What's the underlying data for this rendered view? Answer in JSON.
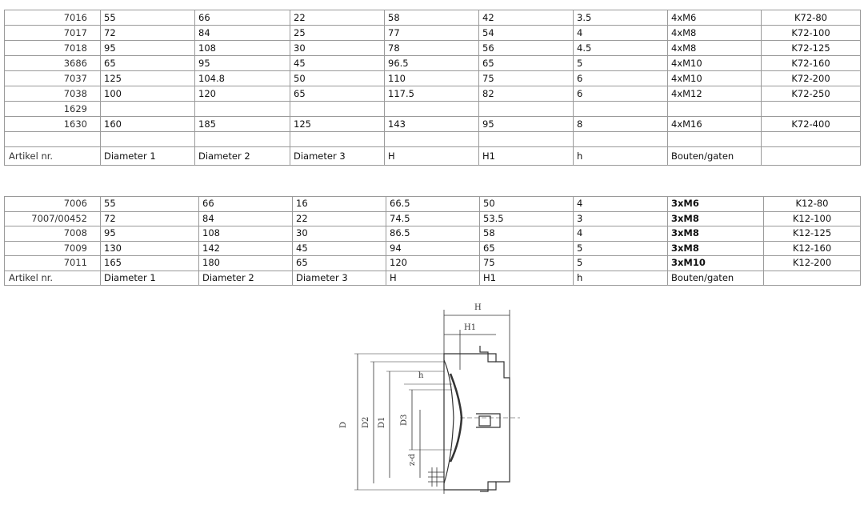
{
  "table1": {
    "rows": [
      [
        "7016",
        "55",
        "66",
        "22",
        "58",
        "42",
        "3.5",
        "4xM6",
        "K72-80"
      ],
      [
        "7017",
        "72",
        "84",
        "25",
        "77",
        "54",
        "4",
        "4xM8",
        "K72-100"
      ],
      [
        "7018",
        "95",
        "108",
        "30",
        "78",
        "56",
        "4.5",
        "4xM8",
        "K72-125"
      ],
      [
        "3686",
        "65",
        "95",
        "45",
        "96.5",
        "65",
        "5",
        "4xM10",
        "K72-160"
      ],
      [
        "7037",
        "125",
        "104.8",
        "50",
        "110",
        "75",
        "6",
        "4xM10",
        "K72-200"
      ],
      [
        "7038",
        "100",
        "120",
        "65",
        "117.5",
        "82",
        "6",
        "4xM12",
        "K72-250"
      ],
      [
        "1629",
        "",
        "",
        "",
        "",
        "",
        "",
        "",
        ""
      ],
      [
        "1630",
        "160",
        "185",
        "125",
        "143",
        "95",
        "8",
        "4xM16",
        "K72-400"
      ],
      [
        "",
        "",
        "",
        "",
        "",
        "",
        "",
        "",
        ""
      ]
    ],
    "header": [
      "Artikel nr.",
      "Diameter 1",
      "Diameter 2",
      "Diameter 3",
      "H",
      "H1",
      "h",
      "Bouten/gaten",
      ""
    ]
  },
  "table2": {
    "rows": [
      [
        "7006",
        "55",
        "66",
        "16",
        "66.5",
        "50",
        "4",
        "3xM6",
        "K12-80"
      ],
      [
        "7007/00452",
        "72",
        "84",
        "22",
        "74.5",
        "53.5",
        "3",
        "3xM8",
        "K12-100"
      ],
      [
        "7008",
        "95",
        "108",
        "30",
        "86.5",
        "58",
        "4",
        "3xM8",
        "K12-125"
      ],
      [
        "7009",
        "130",
        "142",
        "45",
        "94",
        "65",
        "5",
        "3xM8",
        "K12-160"
      ],
      [
        "7011",
        "165",
        "180",
        "65",
        "120",
        "75",
        "5",
        "3xM10",
        "K12-200"
      ]
    ],
    "header": [
      "Artikel nr.",
      "Diameter 1",
      "Diameter 2",
      "Diameter 3",
      "H",
      "H1",
      "h",
      "Bouten/gaten",
      ""
    ]
  },
  "drawing": {
    "labels": {
      "H": "H",
      "H1": "H1",
      "h": "h",
      "D": "D",
      "D2": "D2",
      "D1": "D1",
      "D3": "D3",
      "zd": "z-d"
    }
  }
}
